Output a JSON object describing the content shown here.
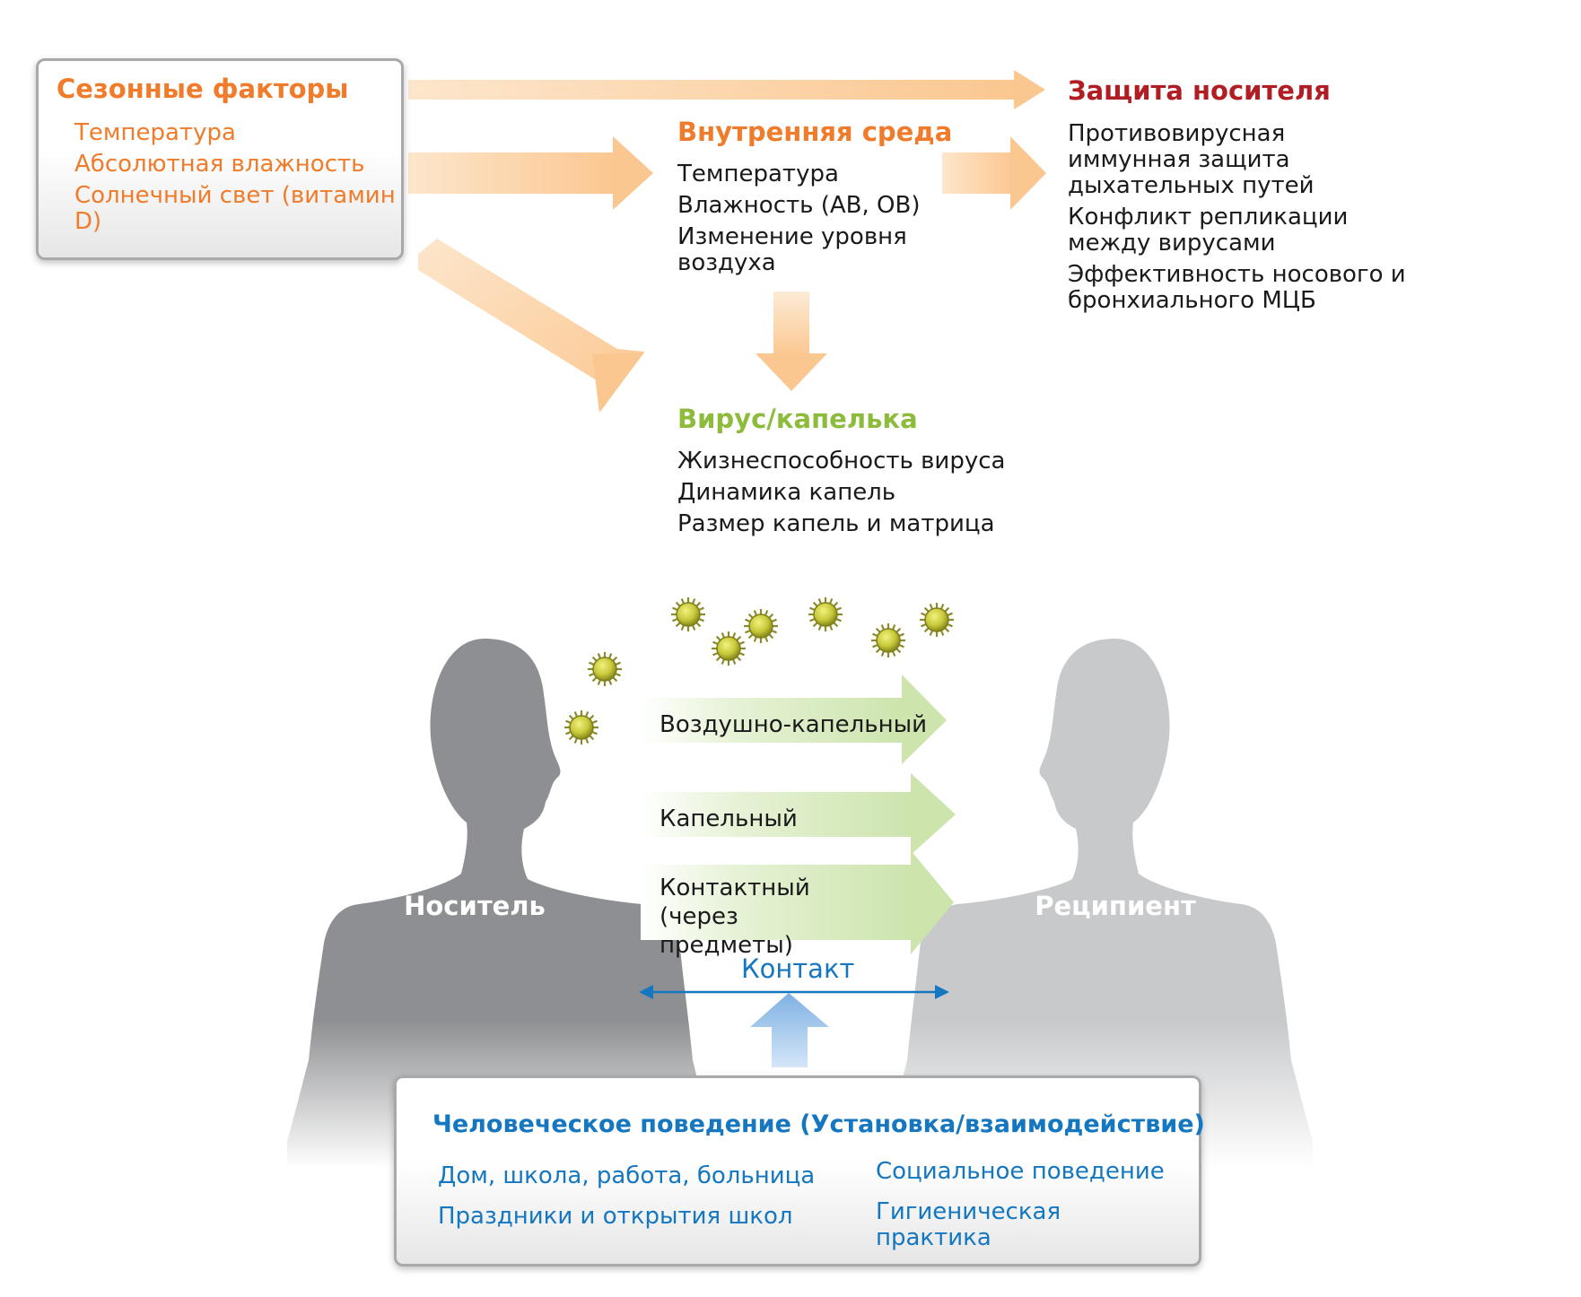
{
  "seasonal": {
    "title": "Сезонные факторы",
    "items": [
      "Температура",
      "Абсолютная влажность",
      "Солнечный свет (витамин D)"
    ]
  },
  "host_protection": {
    "title": "Защита носителя",
    "items": [
      "Противовирусная иммунная защита дыхательных путей",
      "Конфликт репликации между вирусами",
      "Эффективность носового и бронхиального МЦБ"
    ]
  },
  "internal": {
    "title": "Внутренняя среда",
    "items": [
      "Температура",
      "Влажность (АВ, ОВ)",
      "Изменение уровня воздуха"
    ]
  },
  "virus": {
    "title": "Вирус/капелька",
    "items": [
      "Жизнеспособность вируса",
      "Динамика капель",
      "Размер капель и матрица"
    ]
  },
  "routes": [
    "Воздушно-капельный",
    "Капельный",
    "Контактный (через предметы)"
  ],
  "people": {
    "carrier": "Носитель",
    "recipient": "Реципиент"
  },
  "contact_label": "Контакт",
  "behavior": {
    "title": "Человеческое поведение (Установка/взаимодействие)",
    "left_items": [
      "Дом, школа, работа, больница",
      "Праздники и открытия школ"
    ],
    "right_items": [
      "Социальное поведение",
      "Гигиеническая практика"
    ]
  },
  "colors": {
    "orange": "#f07c2b",
    "green": "#8dbb3c",
    "red": "#b01e23",
    "blue": "#1477c0",
    "carrier": "#8e8f92",
    "recipient": "#c8c9cb"
  }
}
